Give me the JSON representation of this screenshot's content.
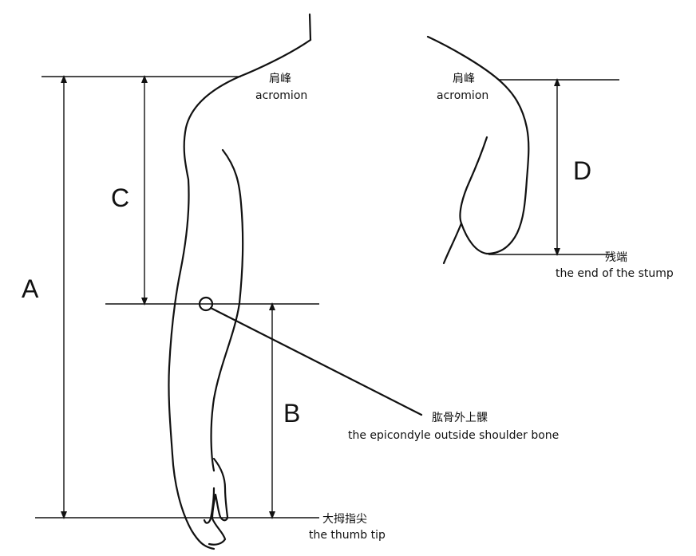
{
  "dimensions": {
    "A": "A",
    "B": "B",
    "C": "C",
    "D": "D"
  },
  "landmarks": {
    "acromion_left": {
      "cn": "肩峰",
      "en": "acromion"
    },
    "acromion_right": {
      "cn": "肩峰",
      "en": "acromion"
    },
    "epicondyle": {
      "cn": "肱骨外上髁",
      "en": "the epicondyle outside shoulder bone"
    },
    "thumb_tip": {
      "cn": "大拇指尖",
      "en": "the thumb tip"
    },
    "stump_end": {
      "cn": "残端",
      "en": "the end of the stump"
    }
  },
  "colors": {
    "line": "#111111",
    "background": "#ffffff"
  }
}
